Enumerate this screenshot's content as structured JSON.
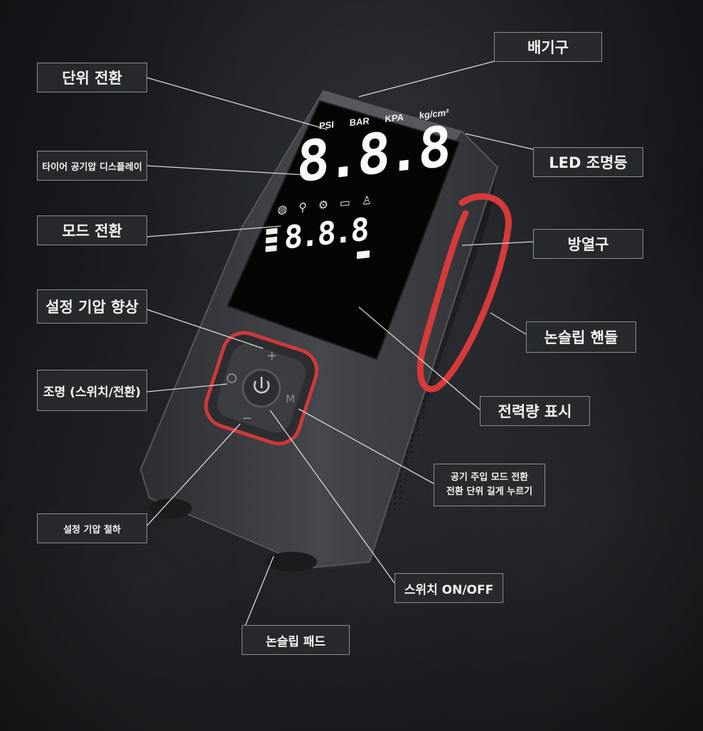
{
  "labels": {
    "exhaust": "배기구",
    "unit_switch": "단위 전환",
    "tire_display": "타이어 공기압 디스플레이",
    "led_light": "LED 조명등",
    "mode_switch": "모드 전환",
    "heat_vent": "방열구",
    "pressure_up": "설정 기압 향상",
    "nonslip_handle": "논슬립 핸들",
    "light_switch": "조명 (스위치/전환)",
    "battery_display": "전력량 표시",
    "air_mode_line1": "공기 주입 모드 전환",
    "air_mode_line2": "전환 단위 길게 누르기",
    "pressure_down": "설정 기압 절하",
    "power_switch": "스위치 ON/OFF",
    "nonslip_pad": "논슬립 패드"
  },
  "display": {
    "units": [
      "PSI",
      "BAR",
      "KPA",
      "kg/cm²"
    ],
    "main_reading": "8.8.8",
    "sub_reading": "8.8.8"
  },
  "buttons": {
    "plus": "+",
    "minus": "−",
    "mode": "M"
  },
  "icons": [
    "ball-icon",
    "bicycle-icon",
    "motorcycle-icon",
    "car-icon",
    "person-icon",
    "power-icon",
    "light-icon"
  ],
  "colors": {
    "handle_red": "#d63a3a",
    "ring_red": "#d0393b",
    "body": "#3a3c40",
    "screen": "#050505"
  }
}
